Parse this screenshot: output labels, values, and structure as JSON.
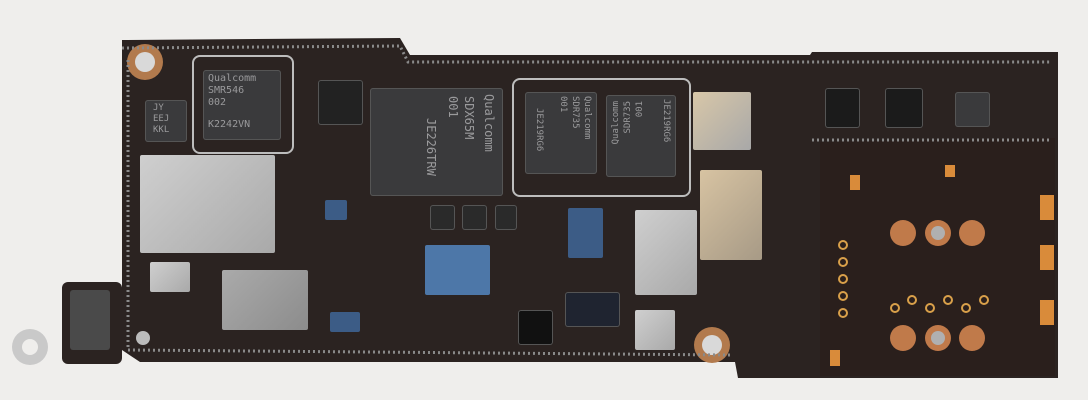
{
  "image": {
    "subject": "smartphone-logic-board",
    "colors": {
      "background": "#efeeec",
      "board": "#2b2321",
      "shield": "#bdbdbd",
      "gold_pad": "#d98b3a",
      "chip": "#3a3a3c"
    }
  },
  "chips": {
    "pmic": {
      "brand": "Qualcomm",
      "model": "SMR546",
      "rev": "002",
      "code": "K2242VN"
    },
    "small": {
      "line1": "JY",
      "line2": "EEJ",
      "line3": "KKL"
    },
    "modem": {
      "brand": "Qualcomm",
      "model": "SDX65M",
      "rev": "001",
      "code": "JE226TRW"
    },
    "rf1": {
      "brand": "Qualcomm",
      "model": "SDR735",
      "rev": "001",
      "code": "JE219RG6"
    },
    "rf2": {
      "brand": "Qualcomm",
      "model": "SDR735",
      "rev": "001",
      "code": "JE219RG6"
    }
  }
}
